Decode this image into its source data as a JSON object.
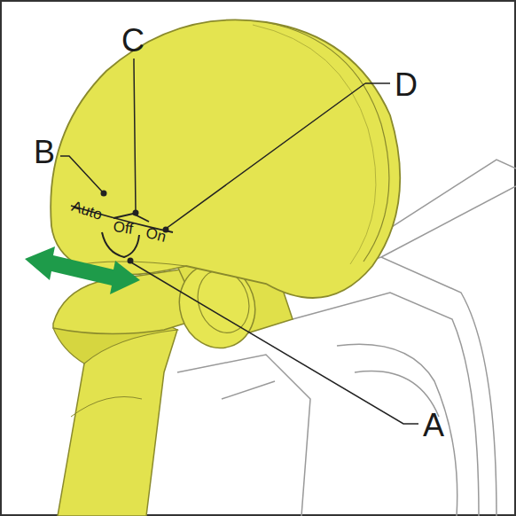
{
  "diagram": {
    "labels": [
      "C",
      "D",
      "B",
      "Auto",
      "Off",
      "On",
      "A"
    ]
  }
}
